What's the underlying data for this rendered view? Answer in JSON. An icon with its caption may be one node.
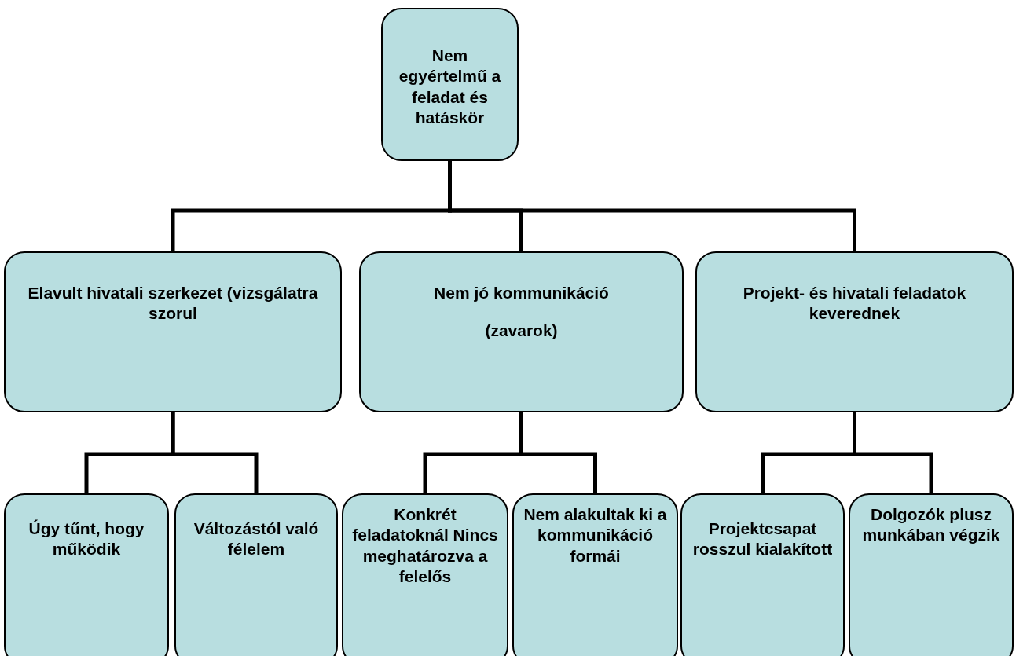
{
  "diagram": {
    "nodes": [
      {
        "text": [
          "Nem egyértelmű a feladat és hatáskör"
        ]
      },
      {
        "text": [
          "Elavult hivatali szerkezet (vizsgálatra szorul"
        ]
      },
      {
        "text": [
          "Nem jó kommunikáció",
          "(zavarok)"
        ]
      },
      {
        "text": [
          "Projekt- és hivatali feladatok keverednek"
        ]
      },
      {
        "text": [
          "Úgy tűnt, hogy működik"
        ]
      },
      {
        "text": [
          "Változástól való félelem"
        ]
      },
      {
        "text": [
          "Konkrét feladatoknál Nincs meghatározva a felelős"
        ]
      },
      {
        "text": [
          "Nem alakultak ki a kommunikáció formái"
        ]
      },
      {
        "text": [
          "Projektcsapat rosszul kialakított"
        ]
      },
      {
        "text": [
          "Dolgozók plusz munkában végzik"
        ]
      }
    ],
    "edges": [
      {
        "from": 0,
        "to": 1,
        "arrow": "none"
      },
      {
        "from": 0,
        "to": 2,
        "arrow": "none"
      },
      {
        "from": 0,
        "to": 3,
        "arrow": "none"
      },
      {
        "from": 1,
        "to": 4,
        "arrow": "none"
      },
      {
        "from": 1,
        "to": 5,
        "arrow": "none"
      },
      {
        "from": 2,
        "to": 6,
        "arrow": "none"
      },
      {
        "from": 2,
        "to": 7,
        "arrow": "none"
      },
      {
        "from": 3,
        "to": 8,
        "arrow": "none"
      },
      {
        "from": 3,
        "to": 9,
        "arrow": "none"
      }
    ]
  }
}
